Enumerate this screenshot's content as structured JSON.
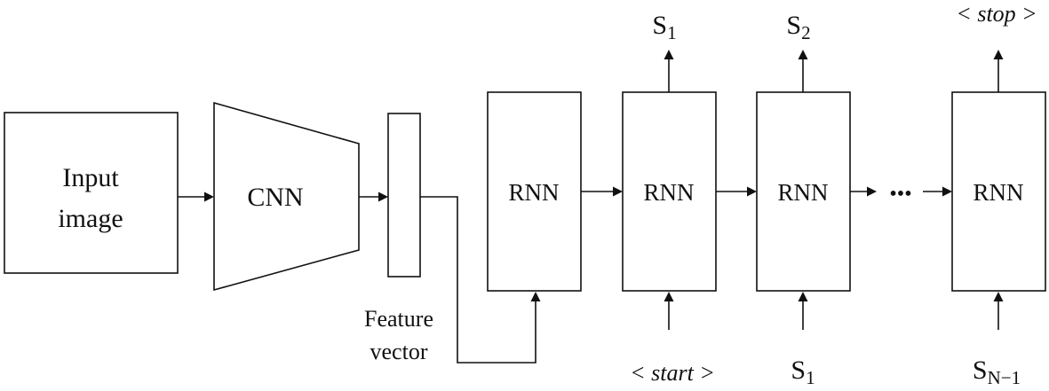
{
  "blocks": {
    "input_image": {
      "line1": "Input",
      "line2": "image"
    },
    "cnn": "CNN",
    "feature_vector": {
      "line1": "Feature",
      "line2": "vector"
    },
    "rnn_label": "RNN",
    "ellipsis": "•••"
  },
  "outputs": {
    "s1": {
      "base": "S",
      "sub": "1"
    },
    "s2": {
      "base": "S",
      "sub": "2"
    },
    "stop": "< stop >"
  },
  "inputs": {
    "start": "< start >",
    "s1": {
      "base": "S",
      "sub": "1"
    },
    "sn1": {
      "base": "S",
      "sub": "N−1"
    }
  }
}
